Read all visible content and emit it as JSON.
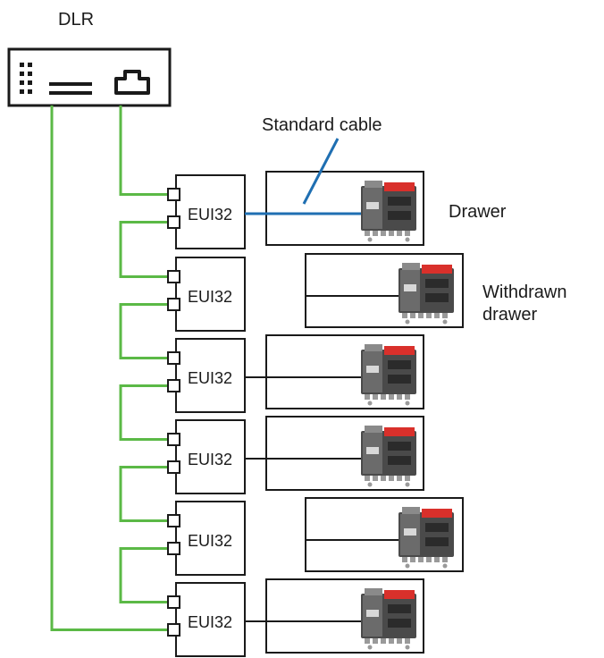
{
  "labels": {
    "dlr": "DLR",
    "standard_cable": "Standard cable",
    "drawer": "Drawer",
    "withdrawn_line1": "Withdrawn",
    "withdrawn_line2": "drawer"
  },
  "modules": [
    {
      "label": "EUI32",
      "drawer_state": "inserted"
    },
    {
      "label": "EUI32",
      "drawer_state": "withdrawn"
    },
    {
      "label": "EUI32",
      "drawer_state": "inserted"
    },
    {
      "label": "EUI32",
      "drawer_state": "inserted"
    },
    {
      "label": "EUI32",
      "drawer_state": "withdrawn"
    },
    {
      "label": "EUI32",
      "drawer_state": "inserted"
    }
  ],
  "colors": {
    "ring_cable": "#5bb946",
    "standard_cable": "#1f6fb2",
    "outline": "#1a1a1a",
    "device_body": "#4a4a4a",
    "device_accent": "#d9302b"
  },
  "icons": [
    "dlr-switch-icon",
    "ethernet-port-icon",
    "relay-device-icon"
  ]
}
